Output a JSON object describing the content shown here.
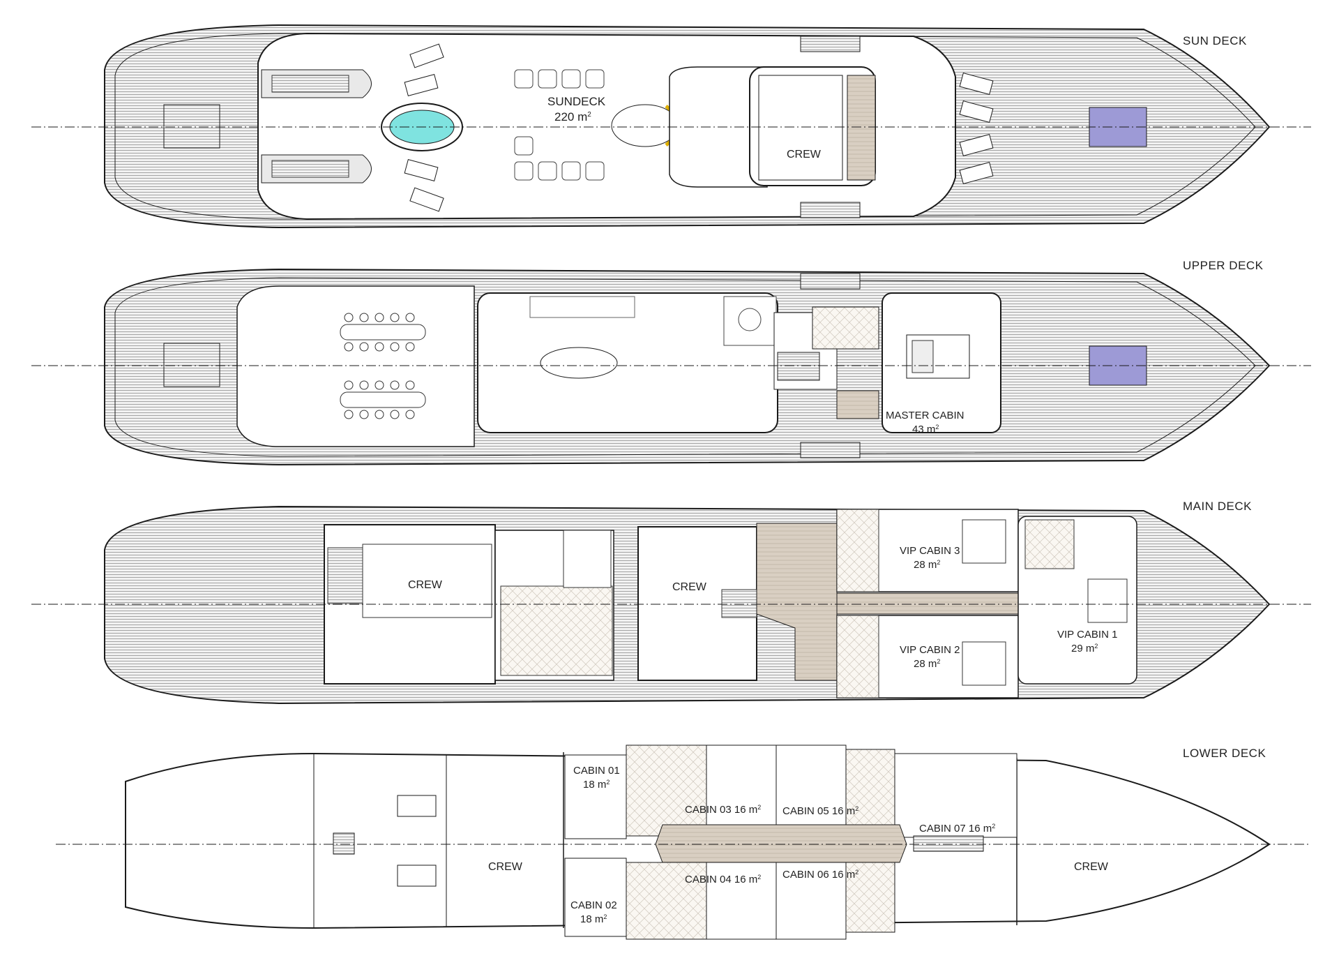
{
  "decks": {
    "sun": {
      "title": "SUN DECK",
      "labels": {
        "sundeck": "SUNDECK",
        "sundeck_area": "220 m",
        "sundeck_area_sup": "2",
        "crew": "CREW"
      }
    },
    "upper": {
      "title": "UPPER DECK",
      "labels": {
        "master_cabin": "MASTER CABIN",
        "master_area": "43 m",
        "master_area_sup": "2"
      }
    },
    "main": {
      "title": "MAIN DECK",
      "labels": {
        "crew_a": "CREW",
        "crew_b": "CREW",
        "vip3": "VIP CABIN 3",
        "vip3_area": "28 m",
        "vip3_sup": "2",
        "vip2": "VIP CABIN 2",
        "vip2_area": "28 m",
        "vip2_sup": "2",
        "vip1": "VIP CABIN 1",
        "vip1_area": "29 m",
        "vip1_sup": "2"
      }
    },
    "lower": {
      "title": "LOWER DECK",
      "labels": {
        "cabin01": "CABIN 01",
        "cabin01_area": "18 m",
        "cabin01_sup": "2",
        "cabin02": "CABIN 02",
        "cabin02_area": "18 m",
        "cabin02_sup": "2",
        "cabin03": "CABIN 03  16 m",
        "cabin03_sup": "2",
        "cabin04": "CABIN 04  16 m",
        "cabin04_sup": "2",
        "cabin05": "CABIN 05  16 m",
        "cabin05_sup": "2",
        "cabin06": "CABIN 06  16 m",
        "cabin06_sup": "2",
        "cabin07": "CABIN 07  16 m",
        "cabin07_sup": "2",
        "crew_a": "CREW",
        "crew_b": "CREW"
      }
    }
  },
  "colors": {
    "line": "#1a1a1a",
    "deck_plank": "#bdbdbd",
    "pool": "#7fe3e0",
    "pad": "#9d9ad6",
    "floor_tile": "#d8cfc4",
    "accent_gold": "#e0b000"
  }
}
